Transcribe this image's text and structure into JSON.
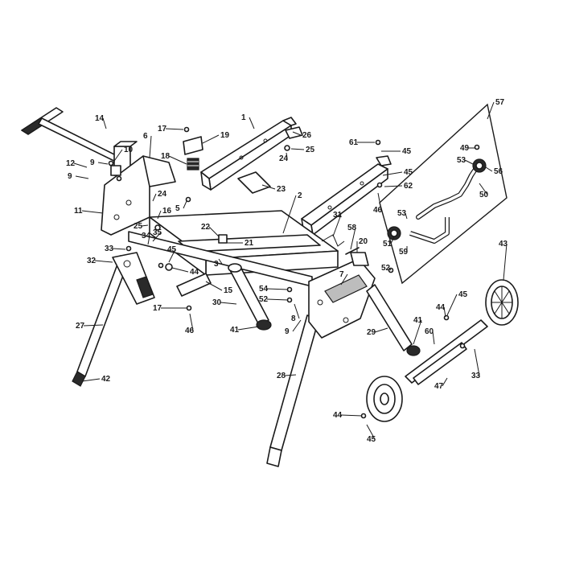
{
  "diagram": {
    "kind": "exploded-parts-view",
    "colors": {
      "line": "#1a1a1a",
      "background": "#ffffff",
      "shade": "#bdbdbd"
    }
  },
  "callouts": [
    {
      "id": "c14",
      "label": "14",
      "part": "handle"
    },
    {
      "id": "c17a",
      "label": "17",
      "part": "screw"
    },
    {
      "id": "c19",
      "label": "19",
      "part": "clip"
    },
    {
      "id": "c1",
      "label": "1",
      "part": "rail-left"
    },
    {
      "id": "c26",
      "label": "26",
      "part": "end-cap"
    },
    {
      "id": "c25a",
      "label": "25",
      "part": "washer"
    },
    {
      "id": "c24a",
      "label": "24",
      "part": "bolt"
    },
    {
      "id": "c57",
      "label": "57",
      "part": "handle-kit"
    },
    {
      "id": "c61",
      "label": "61",
      "part": "screw"
    },
    {
      "id": "c45a",
      "label": "45",
      "part": "nut"
    },
    {
      "id": "c49",
      "label": "49",
      "part": "bolt"
    },
    {
      "id": "c53a",
      "label": "53",
      "part": "knob"
    },
    {
      "id": "c56",
      "label": "56",
      "part": "nut"
    },
    {
      "id": "c50",
      "label": "50",
      "part": "pin"
    },
    {
      "id": "c6",
      "label": "6",
      "part": "bracket"
    },
    {
      "id": "c10",
      "label": "10",
      "part": "latch"
    },
    {
      "id": "c12",
      "label": "12",
      "part": "pin"
    },
    {
      "id": "c9a",
      "label": "9",
      "part": "screw"
    },
    {
      "id": "c9b",
      "label": "9",
      "part": "screw"
    },
    {
      "id": "c18",
      "label": "18",
      "part": "spring"
    },
    {
      "id": "c23",
      "label": "23",
      "part": "label-plate"
    },
    {
      "id": "c45b",
      "label": "45",
      "part": "nut"
    },
    {
      "id": "c62",
      "label": "62",
      "part": "washer"
    },
    {
      "id": "c2",
      "label": "2",
      "part": "rail-right"
    },
    {
      "id": "c11",
      "label": "11",
      "part": "rod"
    },
    {
      "id": "c24b",
      "label": "24",
      "part": "bushing"
    },
    {
      "id": "c5",
      "label": "5",
      "part": "screw"
    },
    {
      "id": "c16",
      "label": "16",
      "part": "pin"
    },
    {
      "id": "c25b",
      "label": "25",
      "part": "washer"
    },
    {
      "id": "c46a",
      "label": "46",
      "part": "screw"
    },
    {
      "id": "c53b",
      "label": "53",
      "part": "knob"
    },
    {
      "id": "c31",
      "label": "31",
      "part": "spring-clip"
    },
    {
      "id": "c22",
      "label": "22",
      "part": "screw"
    },
    {
      "id": "c58",
      "label": "58",
      "part": "rod"
    },
    {
      "id": "c51",
      "label": "51",
      "part": "knob"
    },
    {
      "id": "c59",
      "label": "59",
      "part": "bolt"
    },
    {
      "id": "c34",
      "label": "34",
      "part": "spacer"
    },
    {
      "id": "c35",
      "label": "35",
      "part": "bushing"
    },
    {
      "id": "c21",
      "label": "21",
      "part": "beam-channel"
    },
    {
      "id": "c20",
      "label": "20",
      "part": "plate"
    },
    {
      "id": "c33a",
      "label": "33",
      "part": "screw"
    },
    {
      "id": "c45c",
      "label": "45",
      "part": "nut"
    },
    {
      "id": "c32",
      "label": "32",
      "part": "leg-bracket"
    },
    {
      "id": "c3",
      "label": "3",
      "part": "main-beam"
    },
    {
      "id": "c44a",
      "label": "44",
      "part": "washer"
    },
    {
      "id": "c52a",
      "label": "52",
      "part": "bolt"
    },
    {
      "id": "c7",
      "label": "7",
      "part": "leg-bracket-right"
    },
    {
      "id": "c43",
      "label": "43",
      "part": "wheel"
    },
    {
      "id": "c15",
      "label": "15",
      "part": "link"
    },
    {
      "id": "c54",
      "label": "54",
      "part": "bolt"
    },
    {
      "id": "c52b",
      "label": "52",
      "part": "bolt"
    },
    {
      "id": "c30",
      "label": "30",
      "part": "strut"
    },
    {
      "id": "c44b",
      "label": "44",
      "part": "washer"
    },
    {
      "id": "c45d",
      "label": "45",
      "part": "nut"
    },
    {
      "id": "c17b",
      "label": "17",
      "part": "screw"
    },
    {
      "id": "c46b",
      "label": "46",
      "part": "screw"
    },
    {
      "id": "c8",
      "label": "8",
      "part": "pin"
    },
    {
      "id": "c41a",
      "label": "41",
      "part": "foot"
    },
    {
      "id": "c9c",
      "label": "9",
      "part": "screw"
    },
    {
      "id": "c41b",
      "label": "41",
      "part": "foot"
    },
    {
      "id": "c27",
      "label": "27",
      "part": "leg-front"
    },
    {
      "id": "c29",
      "label": "29",
      "part": "leg-strut"
    },
    {
      "id": "c60",
      "label": "60",
      "part": "axle-sleeve"
    },
    {
      "id": "c33b",
      "label": "33",
      "part": "pin"
    },
    {
      "id": "c42",
      "label": "42",
      "part": "foot-cap"
    },
    {
      "id": "c28",
      "label": "28",
      "part": "leg-rear"
    },
    {
      "id": "c47",
      "label": "47",
      "part": "axle"
    },
    {
      "id": "c44c",
      "label": "44",
      "part": "washer"
    },
    {
      "id": "c45e",
      "label": "45",
      "part": "nut"
    }
  ]
}
